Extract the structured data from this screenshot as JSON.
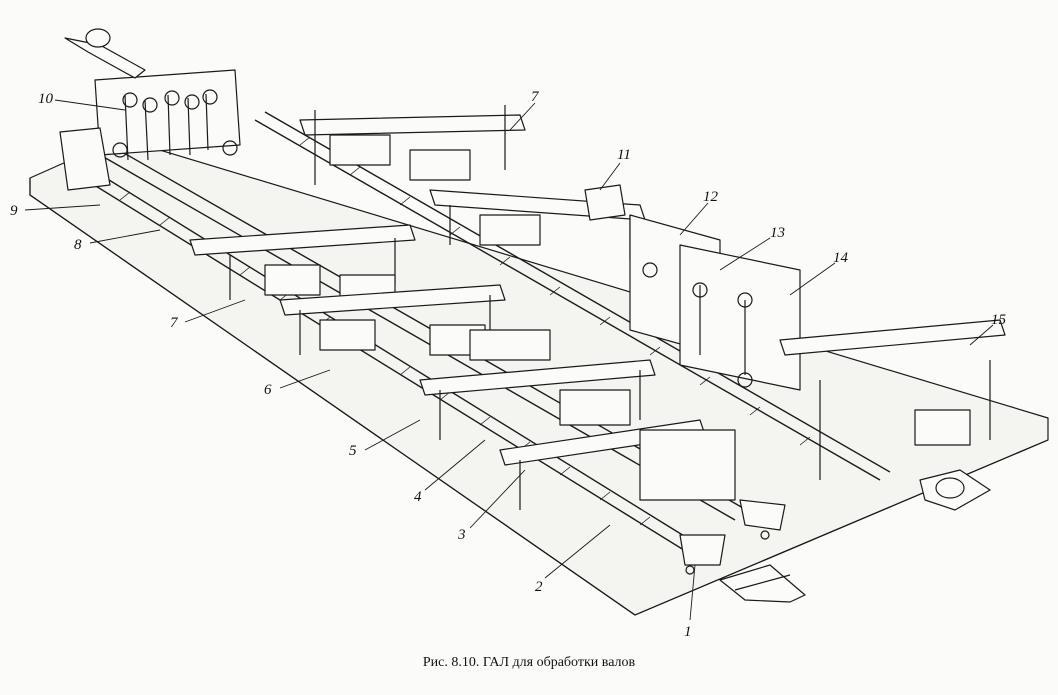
{
  "figure": {
    "caption": "Рис. 8.10. ГАЛ для обработки валов",
    "callouts": [
      "1",
      "2",
      "3",
      "4",
      "5",
      "6",
      "7",
      "7",
      "8",
      "9",
      "10",
      "11",
      "12",
      "13",
      "14",
      "15"
    ]
  },
  "colors": {
    "ink": "#1a1a1a",
    "paper": "#fbfbf9"
  },
  "icons": [
    "input-arrow-icon",
    "output-arrow-icon",
    "shaft-part-icon"
  ]
}
